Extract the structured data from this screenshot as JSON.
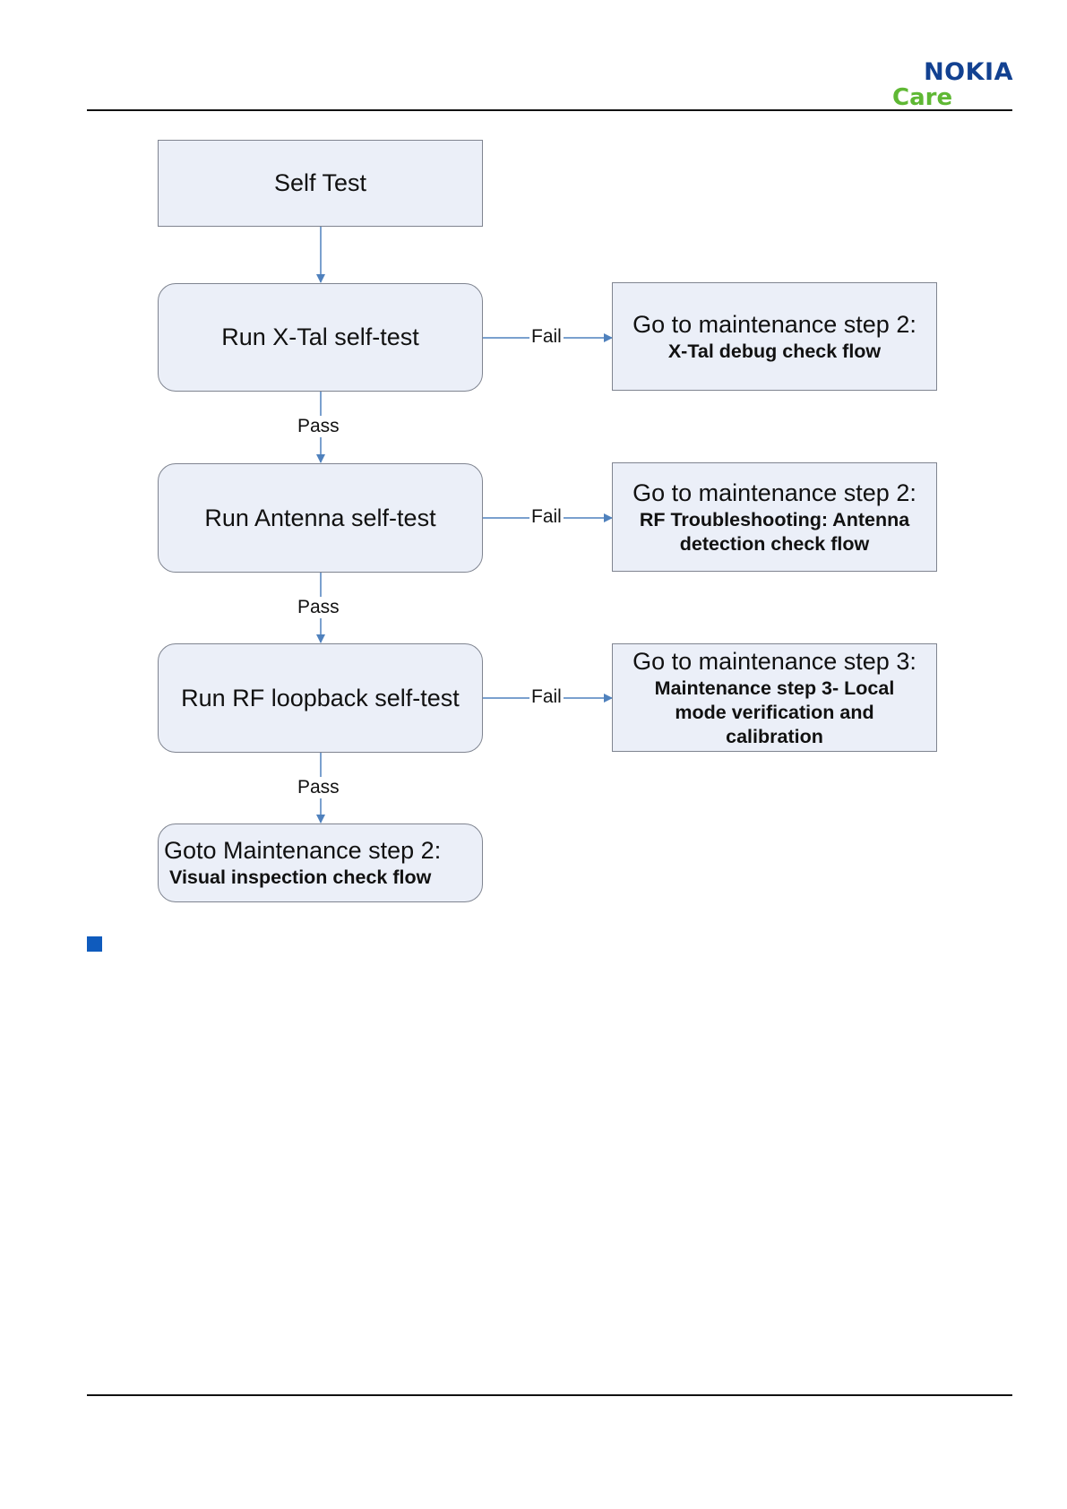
{
  "header": {
    "logo_brand": "NOKIA",
    "logo_sub": "Care",
    "brand_colors": {
      "nokia_blue": "#124191",
      "care_green": "#5fb834"
    }
  },
  "flowchart": {
    "start": {
      "label": "Self Test"
    },
    "steps": [
      {
        "label": "Run X-Tal self-test",
        "fail_title": "Go to maintenance step 2:",
        "fail_detail": "X-Tal debug check flow"
      },
      {
        "label": "Run Antenna self-test",
        "fail_title": "Go to maintenance step 2:",
        "fail_detail": "RF Troubleshooting: Antenna detection check flow"
      },
      {
        "label": "Run RF loopback self-test",
        "fail_title": "Go to maintenance step 3:",
        "fail_detail": "Maintenance step 3- Local mode verification and calibration"
      }
    ],
    "end": {
      "title": "Goto Maintenance step 2:",
      "detail": "Visual inspection check flow"
    },
    "edge_labels": {
      "pass": "Pass",
      "fail": "Fail"
    },
    "colors": {
      "box_fill": "#ebeff8",
      "box_border": "#7f8490",
      "arrow": "#4f81bd"
    }
  }
}
